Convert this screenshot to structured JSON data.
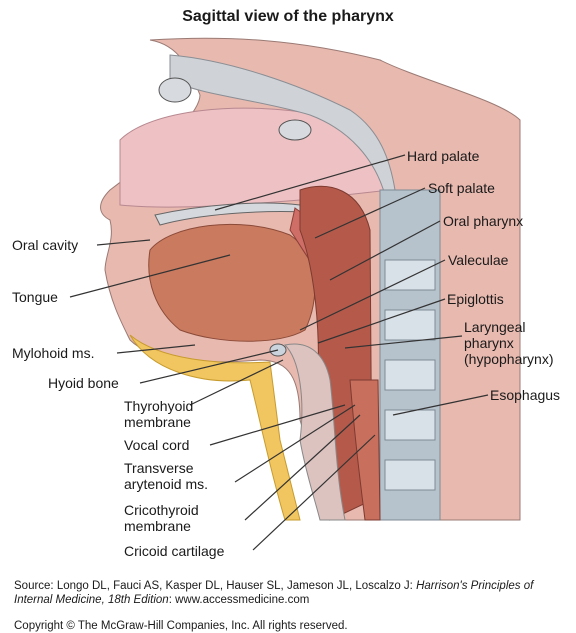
{
  "title": "Sagittal view of the pharynx",
  "labels": {
    "hard_palate": "Hard palate",
    "soft_palate": "Soft palate",
    "oral_pharynx": "Oral pharynx",
    "valeculae": "Valeculae",
    "epiglottis": "Epiglottis",
    "laryngeal_pharynx": [
      "Laryngeal",
      "pharynx",
      "(hypopharynx)"
    ],
    "esophagus": "Esophagus",
    "oral_cavity": "Oral cavity",
    "tongue": "Tongue",
    "mylohoid_ms": "Mylohoid ms.",
    "hyoid_bone": "Hyoid bone",
    "thyrohyoid_membrane": [
      "Thyrohyoid",
      "membrane"
    ],
    "vocal_cord": "Vocal cord",
    "transverse_arytenoid_ms": [
      "Transverse",
      "arytenoid ms."
    ],
    "cricothyroid_membrane": [
      "Cricothyroid",
      "membrane"
    ],
    "cricoid_cartilage": "Cricoid cartilage"
  },
  "source": {
    "prefix": "Source: Longo DL, Fauci AS, Kasper DL, Hauser SL, Jameson JL, Loscalzo J: ",
    "book_title": "Harrison's Principles of Internal Medicine, 18th Edition",
    "suffix": ": www.accessmedicine.com"
  },
  "copyright": "Copyright © The McGraw-Hill Companies, Inc. All rights reserved.",
  "colors": {
    "skin": "#e9b6ac",
    "nasal": "#efc0c0",
    "muscle": "#c9745d",
    "pharynx": "#b5584a",
    "bone": "#c9cdd2",
    "cartilage": "#b9c6d6",
    "fat": "#f3c96a",
    "line": "#333333"
  }
}
